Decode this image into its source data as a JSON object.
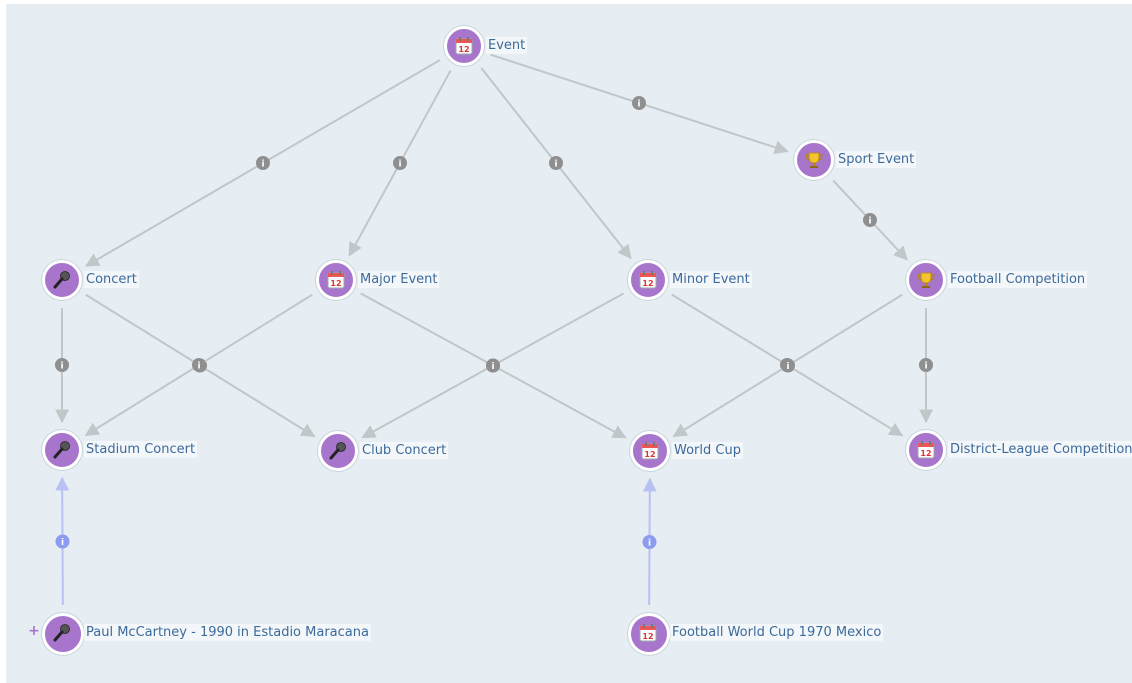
{
  "colors": {
    "background": "#e6eef4",
    "node_fill": "#a875cc",
    "class_edge": "#c1c6c9",
    "class_marker": "#8f8f8f",
    "instance_edge": "#b7c2f2",
    "instance_marker": "#8e9cf0",
    "label_text": "#3c6a9a"
  },
  "marker_glyph": "i",
  "nodes": {
    "event": {
      "label": "Event",
      "icon": "calendar-icon"
    },
    "sport_event": {
      "label": "Sport Event",
      "icon": "trophy-icon"
    },
    "concert": {
      "label": "Concert",
      "icon": "microphone-icon"
    },
    "major_event": {
      "label": "Major Event",
      "icon": "calendar-icon"
    },
    "minor_event": {
      "label": "Minor Event",
      "icon": "calendar-icon"
    },
    "football_competition": {
      "label": "Football Competition",
      "icon": "trophy-icon"
    },
    "stadium_concert": {
      "label": "Stadium Concert",
      "icon": "microphone-icon"
    },
    "club_concert": {
      "label": "Club Concert",
      "icon": "microphone-icon"
    },
    "world_cup": {
      "label": "World Cup",
      "icon": "calendar-icon"
    },
    "district_league": {
      "label": "District-League Competition",
      "icon": "calendar-icon"
    },
    "paul_mccartney": {
      "label": "Paul McCartney - 1990 in Estadio Maracana",
      "icon": "microphone-icon",
      "expand": "+"
    },
    "football_world_cup_1970": {
      "label": "Football World Cup 1970 Mexico",
      "icon": "calendar-icon"
    }
  },
  "edges": [
    {
      "from": "event",
      "to": "concert",
      "kind": "subclass"
    },
    {
      "from": "event",
      "to": "major_event",
      "kind": "subclass"
    },
    {
      "from": "event",
      "to": "minor_event",
      "kind": "subclass"
    },
    {
      "from": "event",
      "to": "sport_event",
      "kind": "subclass"
    },
    {
      "from": "sport_event",
      "to": "football_competition",
      "kind": "subclass"
    },
    {
      "from": "concert",
      "to": "stadium_concert",
      "kind": "subclass"
    },
    {
      "from": "concert",
      "to": "club_concert",
      "kind": "subclass"
    },
    {
      "from": "major_event",
      "to": "stadium_concert",
      "kind": "subclass"
    },
    {
      "from": "major_event",
      "to": "world_cup",
      "kind": "subclass"
    },
    {
      "from": "minor_event",
      "to": "club_concert",
      "kind": "subclass"
    },
    {
      "from": "minor_event",
      "to": "district_league",
      "kind": "subclass"
    },
    {
      "from": "football_competition",
      "to": "world_cup",
      "kind": "subclass"
    },
    {
      "from": "football_competition",
      "to": "district_league",
      "kind": "subclass"
    },
    {
      "from": "paul_mccartney",
      "to": "stadium_concert",
      "kind": "instance"
    },
    {
      "from": "football_world_cup_1970",
      "to": "world_cup",
      "kind": "instance"
    }
  ]
}
